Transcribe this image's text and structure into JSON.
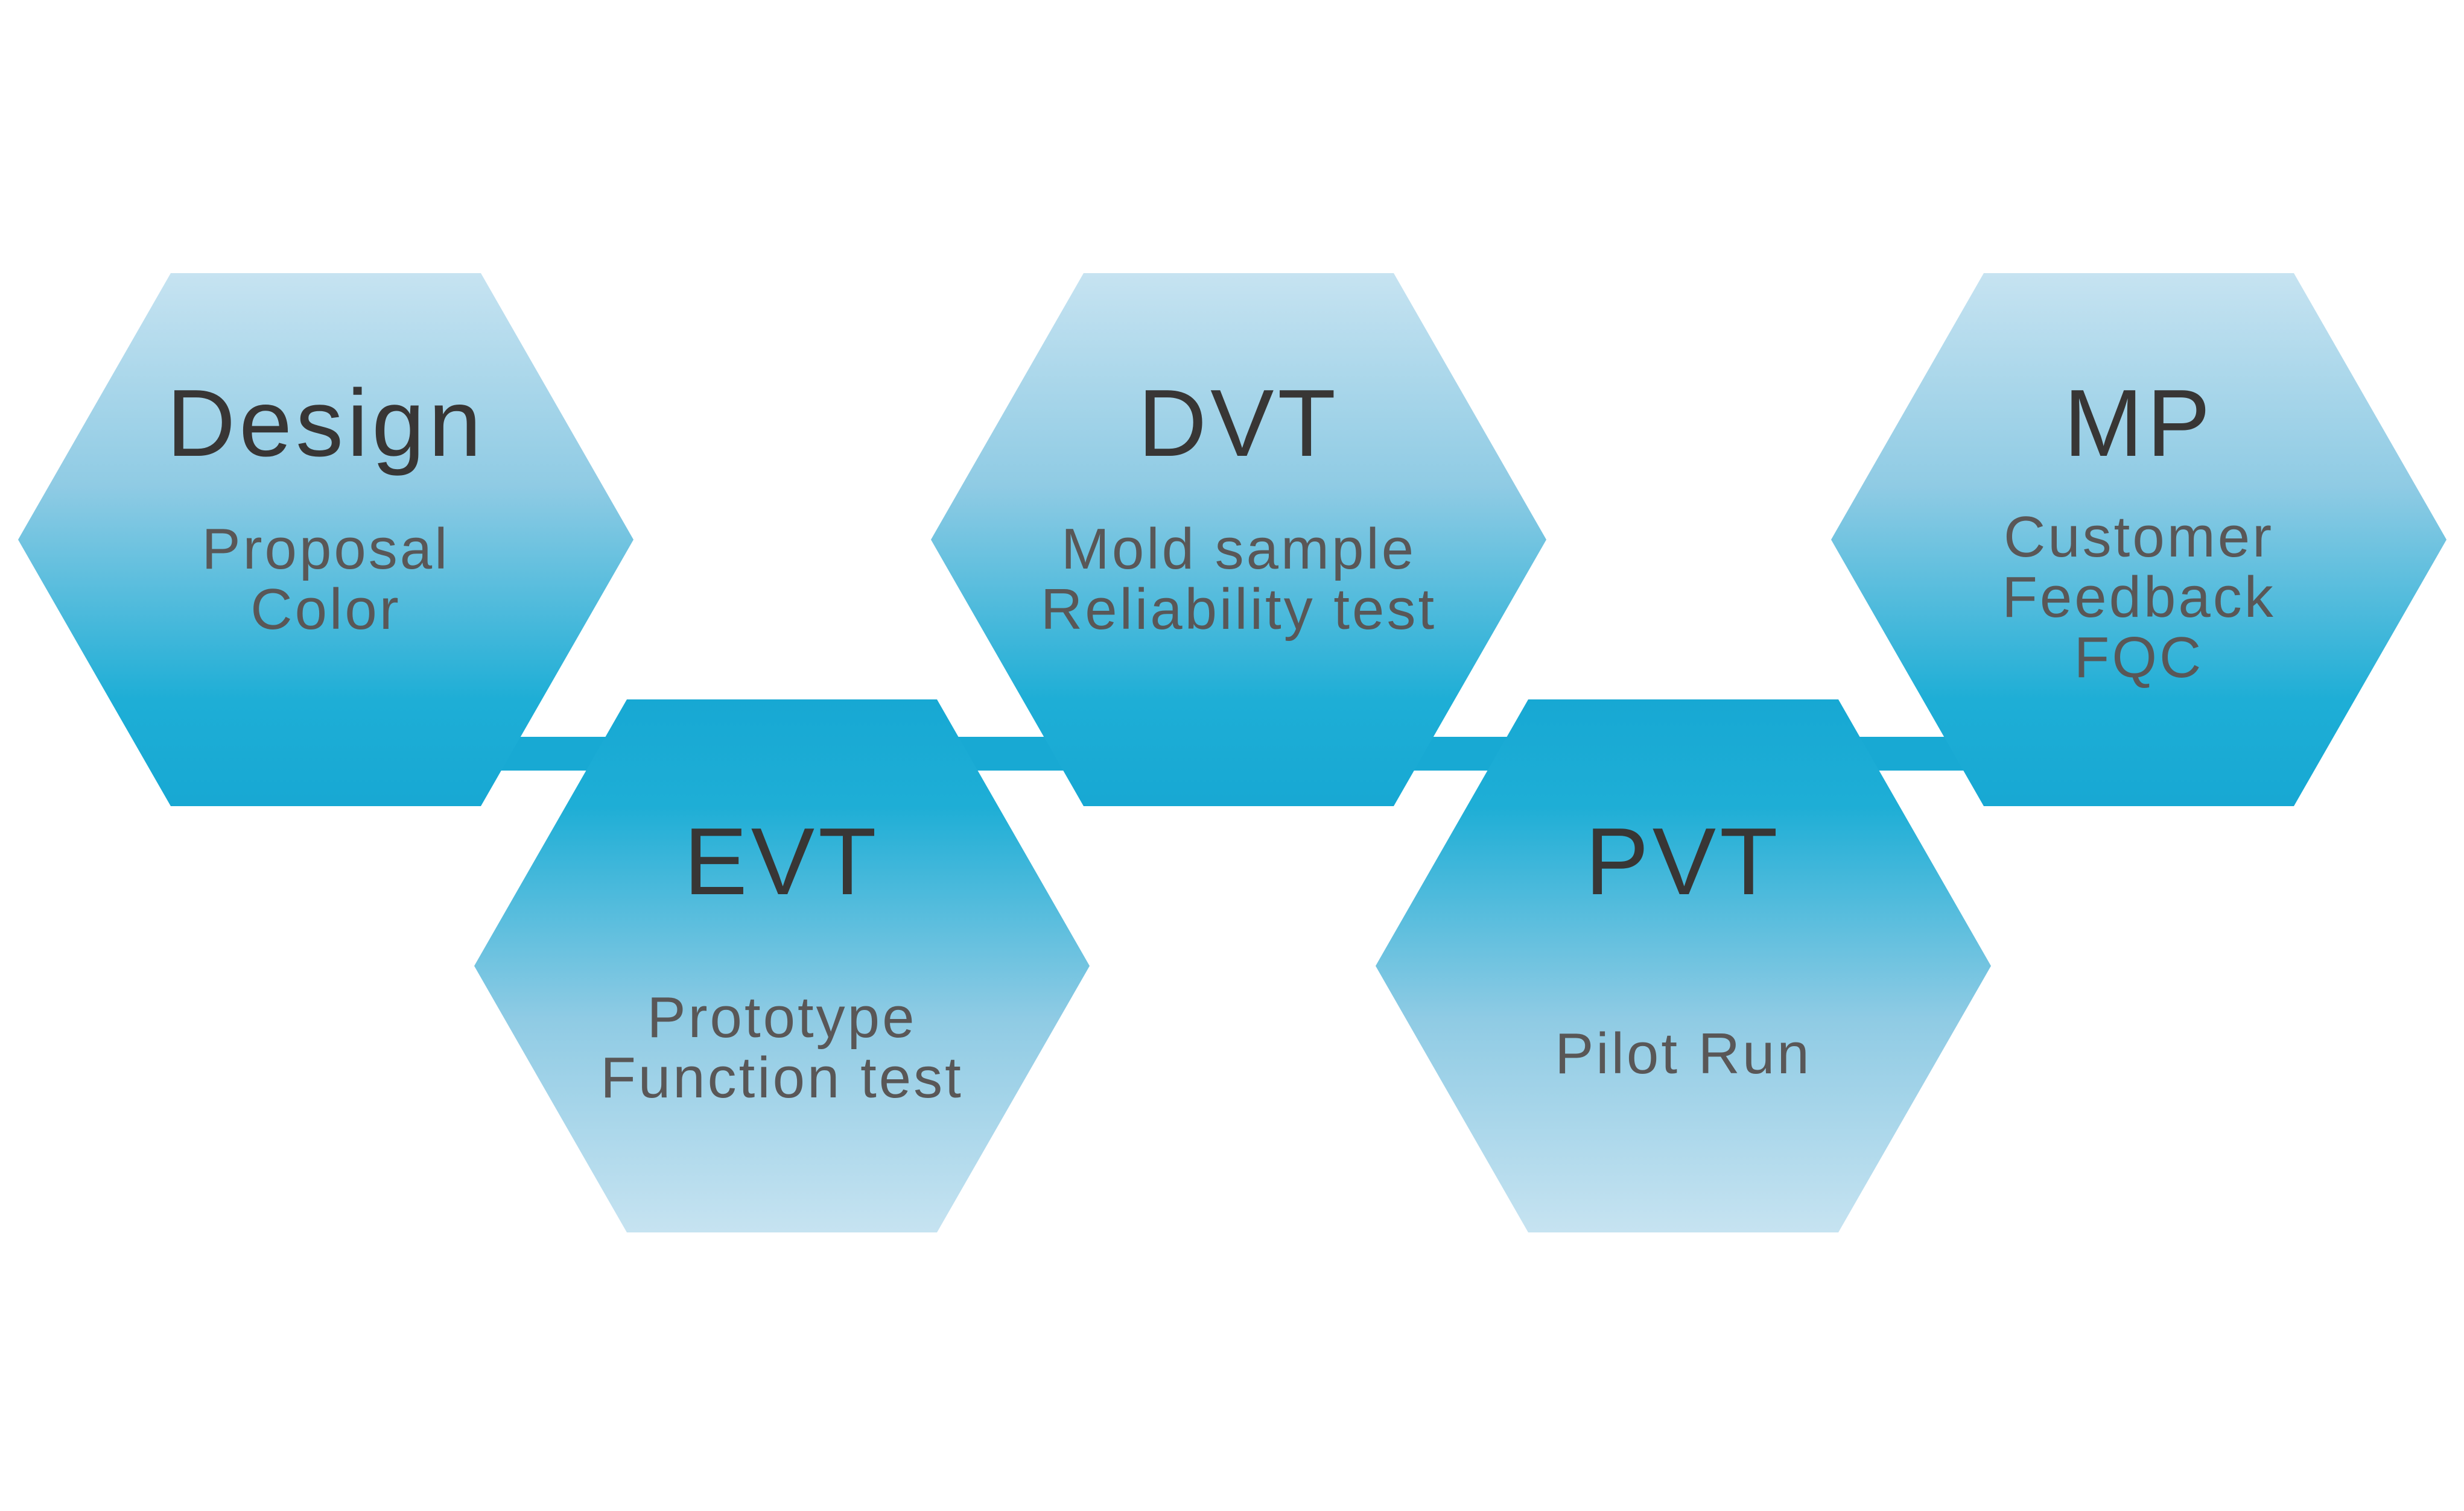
{
  "diagram": {
    "type": "process-flow",
    "colors": {
      "gradient_light": "#c6e3f1",
      "gradient_dark": "#17a8d3",
      "connector": "#18a9d3",
      "title_text": "#383635",
      "subtitle_text": "#595757"
    },
    "stages": [
      {
        "id": "design",
        "title": "Design",
        "lines": [
          "Proposal",
          "Color"
        ],
        "row": "top"
      },
      {
        "id": "evt",
        "title": "EVT",
        "lines": [
          "Prototype",
          "Function test"
        ],
        "row": "bottom"
      },
      {
        "id": "dvt",
        "title": "DVT",
        "lines": [
          "Mold sample",
          "Reliability test"
        ],
        "row": "top"
      },
      {
        "id": "pvt",
        "title": "PVT",
        "lines": [
          "Pilot Run"
        ],
        "row": "bottom"
      },
      {
        "id": "mp",
        "title": "MP",
        "lines": [
          "Customer",
          "Feedback",
          "FQC"
        ],
        "row": "top"
      }
    ]
  }
}
